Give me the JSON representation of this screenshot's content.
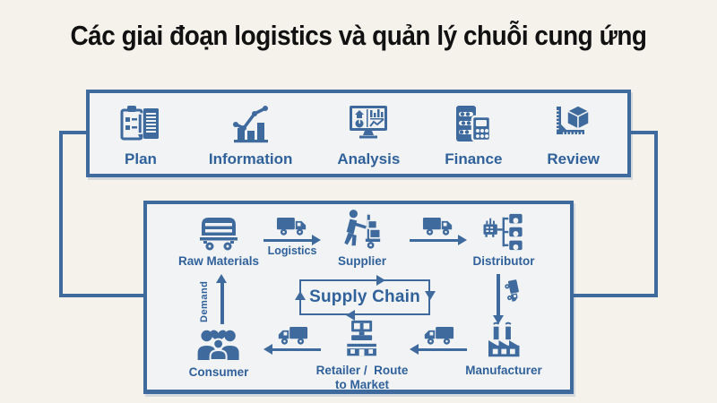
{
  "title": "Các giai đoạn logistics và quản lý chuỗi cung ứng",
  "colors": {
    "background": "#f4f2eb",
    "panel_fill": "#f1f3f4",
    "accent_blue": "#3f6a9e",
    "label_blue": "#30619b",
    "title_color": "#111111"
  },
  "stages": {
    "items": [
      {
        "label": "Plan",
        "icon": "clipboard-plan-icon"
      },
      {
        "label": "Information",
        "icon": "bar-chart-trend-icon"
      },
      {
        "label": "Analysis",
        "icon": "dashboard-monitor-icon"
      },
      {
        "label": "Finance",
        "icon": "abacus-calculator-icon"
      },
      {
        "label": "Review",
        "icon": "cube-ruler-icon"
      }
    ]
  },
  "supply_chain": {
    "center_label": "Supply Chain",
    "demand_label": "Demand",
    "logistics_label": "Logistics",
    "nodes": [
      {
        "label": "Raw Materials",
        "icon": "mine-cart-icon"
      },
      {
        "label": "Supplier",
        "icon": "worker-handtruck-icon"
      },
      {
        "label": "Distributor",
        "icon": "distribution-network-icon"
      },
      {
        "label": "Manufacturer",
        "icon": "factory-icon"
      },
      {
        "label": "Retailer /  Route\nto Market",
        "icon": "store-icon"
      },
      {
        "label": "Consumer",
        "icon": "family-icon"
      }
    ]
  }
}
